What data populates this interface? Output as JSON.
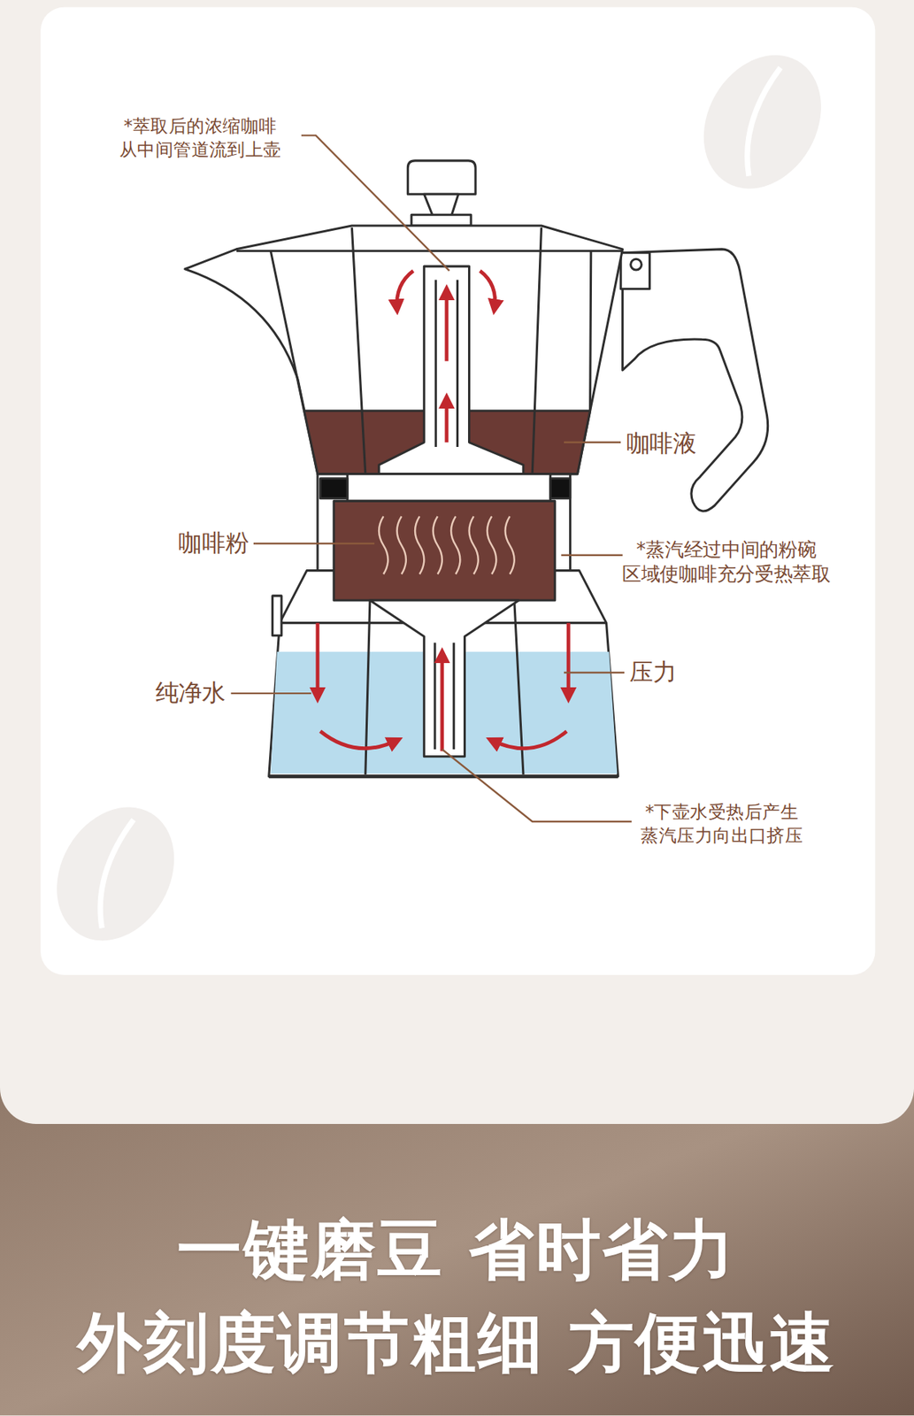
{
  "diagram": {
    "labels": [
      "*萃取后的浓缩咖啡 从中间管道流到上壶",
      "咖啡液",
      "咖啡粉",
      "*蒸汽经过中间的粉碗 区域使咖啡充分受热萃取",
      "纯净水",
      "压力",
      "*下壶水受热后产生 蒸汽压力向出口挤压",
      "一键磨豆 省时省力",
      "外刻度调节粗细 方便迅速"
    ]
  }
}
